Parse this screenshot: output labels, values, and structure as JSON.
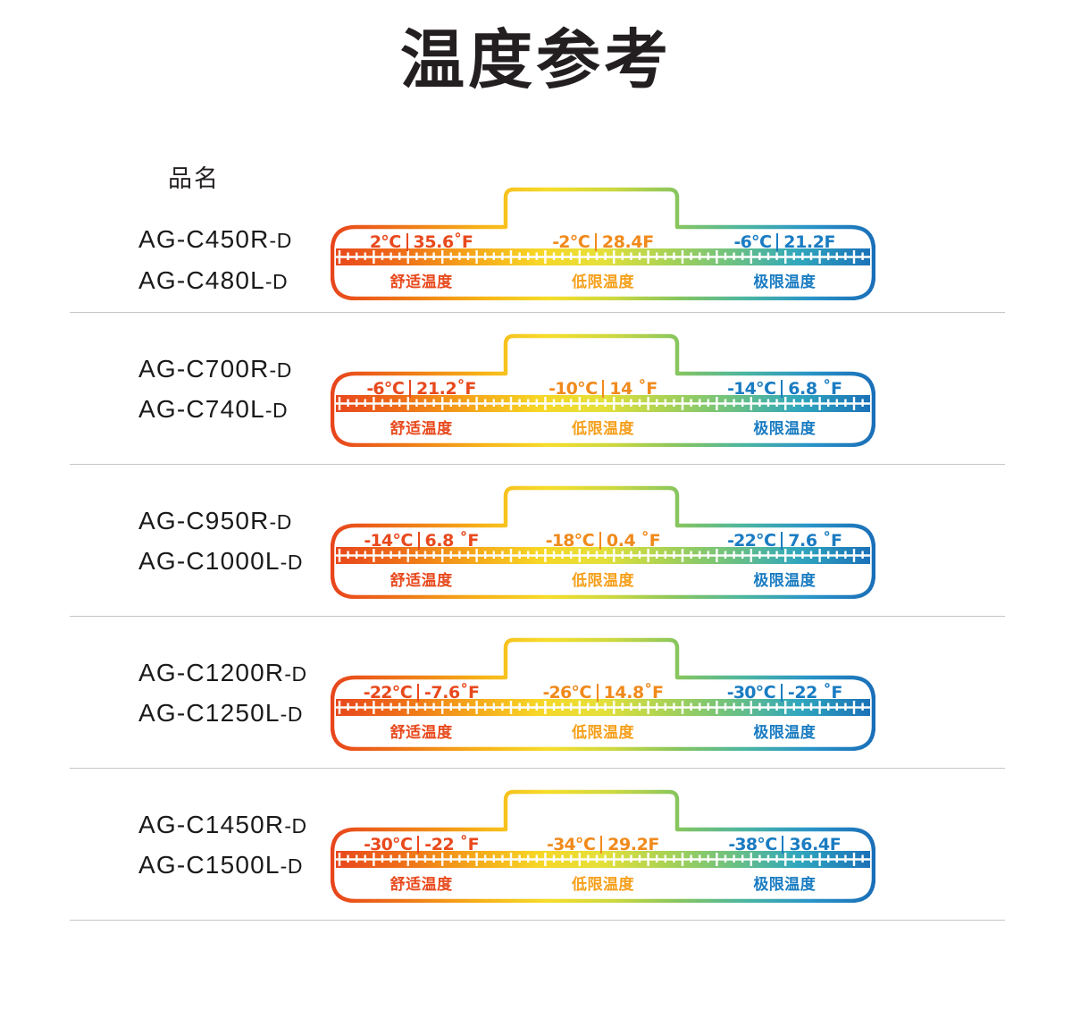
{
  "title": "温度参考",
  "column_header": "品名",
  "palette": {
    "comfort": "#e8491d",
    "limit": "#f08a1c",
    "extreme": "#1a7cc2",
    "divider": "#c6c6c6",
    "text": "#231f20"
  },
  "segment_captions": {
    "comfort": "舒适温度",
    "limit": "低限温度",
    "extreme": "极限温度"
  },
  "rows": [
    {
      "names": [
        {
          "model": "AG-C450R",
          "suffix": "-D"
        },
        {
          "model": "AG-C480L",
          "suffix": "-D"
        }
      ],
      "comfort": {
        "celsius": "2℃",
        "fahrenheit": "35.6˚F"
      },
      "limit": {
        "celsius": "-2℃",
        "fahrenheit": "28.4F"
      },
      "extreme": {
        "celsius": "-6℃",
        "fahrenheit": "21.2F"
      }
    },
    {
      "names": [
        {
          "model": "AG-C700R",
          "suffix": "-D"
        },
        {
          "model": "AG-C740L",
          "suffix": "-D"
        }
      ],
      "comfort": {
        "celsius": "-6℃",
        "fahrenheit": "21.2˚F"
      },
      "limit": {
        "celsius": "-10℃",
        "fahrenheit": "14 ˚F"
      },
      "extreme": {
        "celsius": "-14℃",
        "fahrenheit": "6.8 ˚F"
      }
    },
    {
      "names": [
        {
          "model": "AG-C950R",
          "suffix": "-D"
        },
        {
          "model": "AG-C1000L",
          "suffix": "-D"
        }
      ],
      "comfort": {
        "celsius": "-14℃",
        "fahrenheit": "6.8 ˚F"
      },
      "limit": {
        "celsius": "-18℃",
        "fahrenheit": "0.4 ˚F"
      },
      "extreme": {
        "celsius": "-22℃",
        "fahrenheit": "7.6 ˚F"
      }
    },
    {
      "names": [
        {
          "model": "AG-C1200R",
          "suffix": "-D"
        },
        {
          "model": "AG-C1250L",
          "suffix": "-D"
        }
      ],
      "comfort": {
        "celsius": "-22℃",
        "fahrenheit": "-7.6˚F"
      },
      "limit": {
        "celsius": "-26℃",
        "fahrenheit": "14.8˚F"
      },
      "extreme": {
        "celsius": "-30℃",
        "fahrenheit": "-22 ˚F"
      }
    },
    {
      "names": [
        {
          "model": "AG-C1450R",
          "suffix": "-D"
        },
        {
          "model": "AG-C1500L",
          "suffix": "-D"
        }
      ],
      "comfort": {
        "celsius": "-30℃",
        "fahrenheit": "-22 ˚F"
      },
      "limit": {
        "celsius": "-34℃",
        "fahrenheit": "29.2F"
      },
      "extreme": {
        "celsius": "-38℃",
        "fahrenheit": "36.4F"
      }
    }
  ]
}
